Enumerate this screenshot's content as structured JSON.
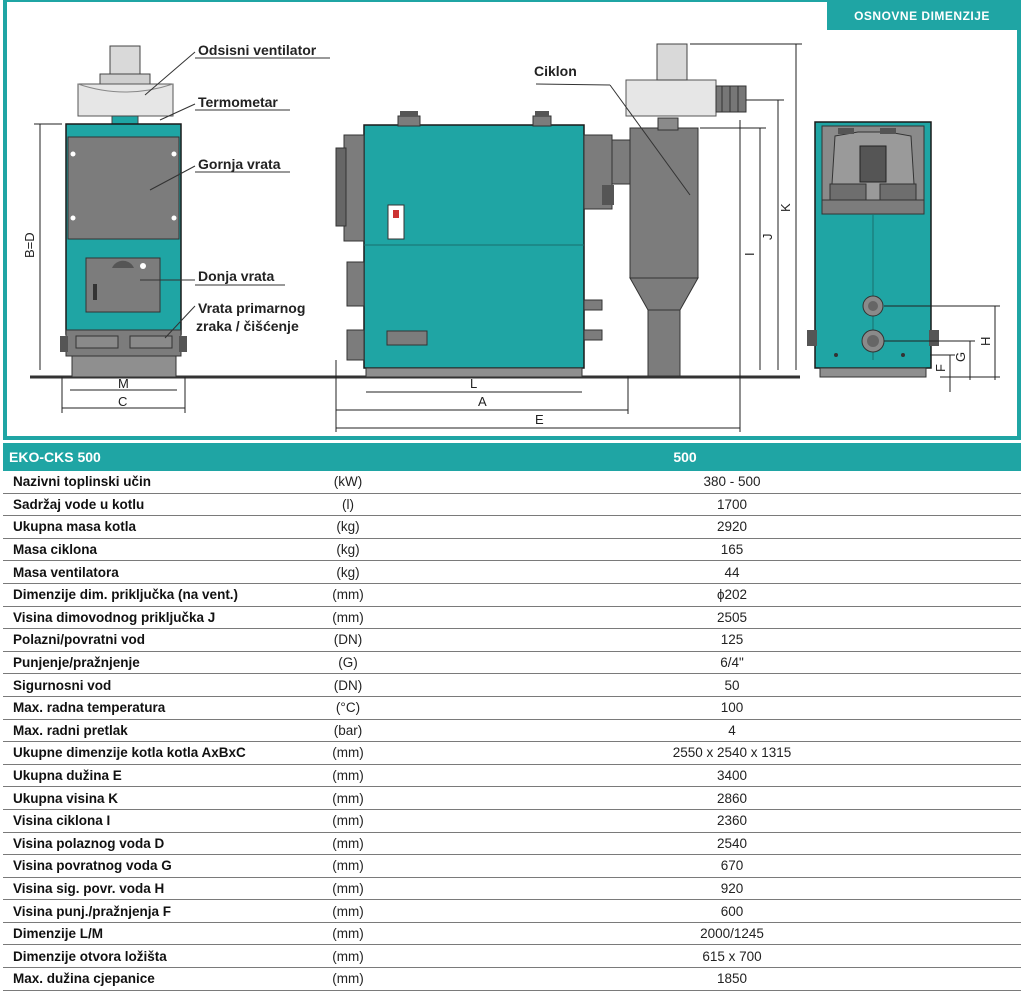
{
  "header": {
    "title": "OSNOVNE DIMENZIJE"
  },
  "labels": {
    "fan": "Odsisni ventilator",
    "thermometer": "Termometar",
    "upper_door": "Gornja vrata",
    "lower_door": "Donja vrata",
    "primary_door_1": "Vrata primarnog",
    "primary_door_2": "zraka / čišćenje",
    "cyclone": "Ciklon"
  },
  "dimensions": {
    "bd": "B=D",
    "m": "M",
    "c": "C",
    "l": "L",
    "a": "A",
    "e": "E",
    "i": "I",
    "j": "J",
    "k": "K",
    "h": "H",
    "g": "G",
    "f": "F"
  },
  "table": {
    "model": "EKO-CKS 500",
    "column": "500",
    "rows": [
      {
        "name": "Nazivni toplinski učin",
        "unit": "(kW)",
        "value": "380 - 500"
      },
      {
        "name": "Sadržaj vode u kotlu",
        "unit": "(l)",
        "value": "1700"
      },
      {
        "name": "Ukupna masa kotla",
        "unit": "(kg)",
        "value": "2920"
      },
      {
        "name": "Masa ciklona",
        "unit": "(kg)",
        "value": "165"
      },
      {
        "name": "Masa ventilatora",
        "unit": "(kg)",
        "value": "44"
      },
      {
        "name": "Dimenzije dim. priključka (na vent.)",
        "unit": "(mm)",
        "value": "ϕ202"
      },
      {
        "name": "Visina dimovodnog priključka  J",
        "unit": "(mm)",
        "value": "2505"
      },
      {
        "name": "Polazni/povratni vod",
        "unit": "(DN)",
        "value": "125"
      },
      {
        "name": "Punjenje/pražnjenje",
        "unit": "(G)",
        "value": "6/4\""
      },
      {
        "name": "Sigurnosni vod",
        "unit": "(DN)",
        "value": "50"
      },
      {
        "name": "Max. radna temperatura",
        "unit": "(°C)",
        "value": "100"
      },
      {
        "name": "Max. radni pretlak",
        "unit": "(bar)",
        "value": "4"
      },
      {
        "name": "Ukupne dimenzije kotla kotla  AxBxC",
        "unit": "(mm)",
        "value": "2550 x 2540 x 1315"
      },
      {
        "name": "Ukupna dužina E",
        "unit": "(mm)",
        "value": "3400"
      },
      {
        "name": "Ukupna visina K",
        "unit": "(mm)",
        "value": "2860"
      },
      {
        "name": "Visina ciklona I",
        "unit": "(mm)",
        "value": "2360"
      },
      {
        "name": "Visina polaznog voda  D",
        "unit": "(mm)",
        "value": "2540"
      },
      {
        "name": "Visina povratnog voda  G",
        "unit": "(mm)",
        "value": "670"
      },
      {
        "name": "Visina sig. povr. voda  H",
        "unit": "(mm)",
        "value": "920"
      },
      {
        "name": "Visina punj./pražnjenja  F",
        "unit": "(mm)",
        "value": "600"
      },
      {
        "name": "Dimenzije  L/M",
        "unit": "(mm)",
        "value": "2000/1245"
      },
      {
        "name": "Dimenzije otvora ložišta",
        "unit": "(mm)",
        "value": "615 x 700"
      },
      {
        "name": "Max. dužina cjepanice",
        "unit": "(mm)",
        "value": "1850"
      }
    ]
  }
}
